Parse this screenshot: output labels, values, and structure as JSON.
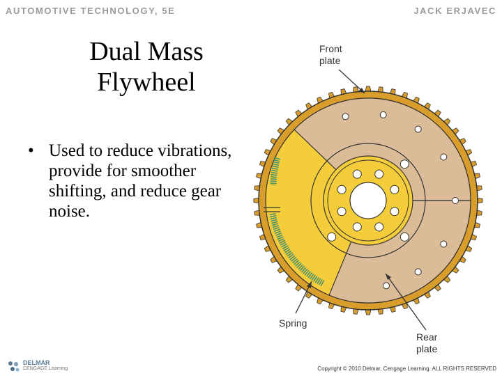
{
  "header": {
    "left": "AUTOMOTIVE TECHNOLOGY, 5E",
    "right": "JACK ERJAVEC"
  },
  "slide": {
    "title_line1": "Dual Mass",
    "title_line2": "Flywheel",
    "bullet_symbol": "•",
    "bullet_text": "Used to reduce vibrations, provide for smoother shifting, and reduce gear noise."
  },
  "diagram": {
    "label_front_line1": "Front",
    "label_front_line2": "plate",
    "label_spring": "Spring",
    "label_rear_line1": "Rear",
    "label_rear_line2": "plate",
    "colors": {
      "ring_gear": "#d99d2c",
      "yellow_plate": "#f5cc3a",
      "tan_plate": "#dcbc98",
      "spring": "#3f8f70",
      "outline": "#333333"
    }
  },
  "footer": {
    "logo_name": "DELMAR",
    "logo_sub": "CENGAGE Learning",
    "copyright": "Copyright © 2010 Delmar, Cengage Learning. ALL RIGHTS RESERVED"
  }
}
